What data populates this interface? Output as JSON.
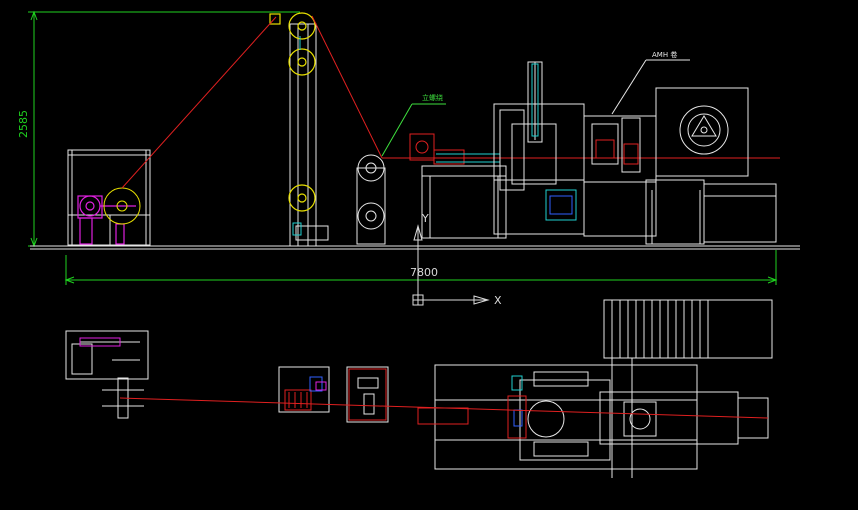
{
  "drawing": {
    "dimensions": {
      "height_value": "2585",
      "length_value": "7800"
    },
    "labels": {
      "spiral_tube": "立螺绕",
      "component_label": "AMH 卷"
    },
    "axes": {
      "y_axis": "Y",
      "x_axis": "X"
    }
  },
  "colors": {
    "background": "#000000",
    "line_white": "#e6e6e6",
    "dimension_green": "#1fd21f",
    "path_red": "#e02020",
    "wheel_yellow": "#e8e000",
    "motor_magenta": "#e020e0",
    "accent_cyan": "#20d0d0",
    "accent_blue": "#3060ff"
  }
}
